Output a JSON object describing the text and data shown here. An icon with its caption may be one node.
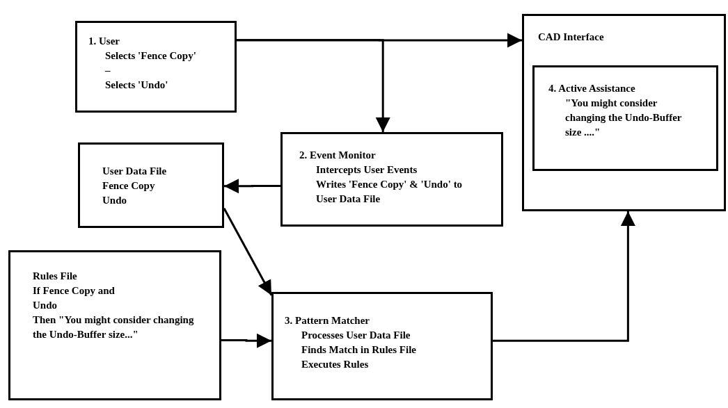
{
  "diagram": {
    "nodes": [
      {
        "text": [
          "1. User",
          "Selects 'Fence Copy'",
          "–",
          "Selects 'Undo'"
        ]
      },
      {
        "text": [
          "CAD Interface"
        ]
      },
      {
        "text": [
          "4. Active Assistance",
          "\"You might consider changing the Undo-Buffer size ....\""
        ],
        "in": 1
      },
      {
        "text": [
          "User Data File",
          "Fence Copy",
          "Undo"
        ]
      },
      {
        "text": [
          "2. Event Monitor",
          "Intercepts User Events",
          "Writes 'Fence Copy' & 'Undo' to User Data File"
        ]
      },
      {
        "text": [
          "Rules File",
          "If Fence Copy and Undo",
          "Then \"You might consider changing the Undo-Buffer size...\""
        ]
      },
      {
        "text": [
          "3. Pattern Matcher",
          "Processes User Data File",
          "Finds Match in Rules File",
          "Executes Rules"
        ]
      }
    ],
    "edges": [
      {
        "from": 0,
        "to": 1,
        "arrow": "to"
      },
      {
        "from": 0,
        "to": 4,
        "arrow": "to"
      },
      {
        "from": 4,
        "to": 3,
        "arrow": "to"
      },
      {
        "from": 3,
        "to": 6,
        "arrow": "to"
      },
      {
        "from": 5,
        "to": 6,
        "arrow": "to"
      },
      {
        "from": 6,
        "to": 1,
        "arrow": "to"
      }
    ]
  }
}
